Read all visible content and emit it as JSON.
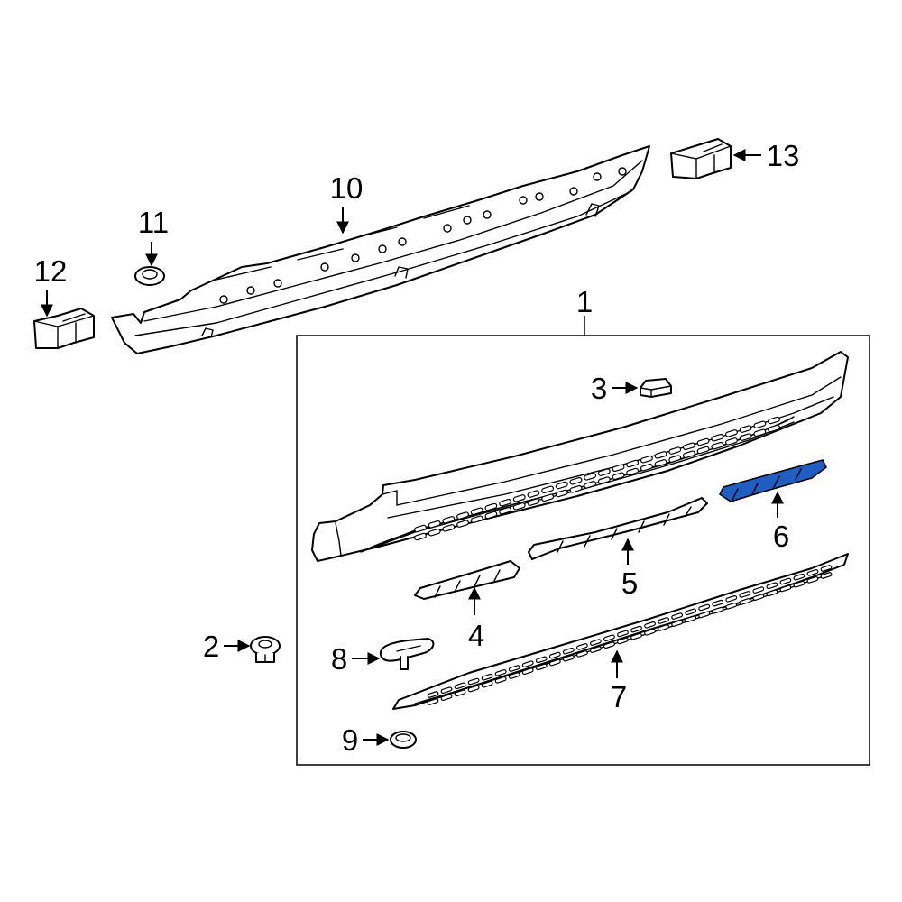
{
  "colors": {
    "highlight": "#1f5fc4",
    "line": "#000000",
    "background": "#ffffff"
  },
  "callouts": {
    "c1": "1",
    "c2": "2",
    "c3": "3",
    "c4": "4",
    "c5": "5",
    "c6": "6",
    "c7": "7",
    "c8": "8",
    "c9": "9",
    "c10": "10",
    "c11": "11",
    "c12": "12",
    "c13": "13"
  }
}
